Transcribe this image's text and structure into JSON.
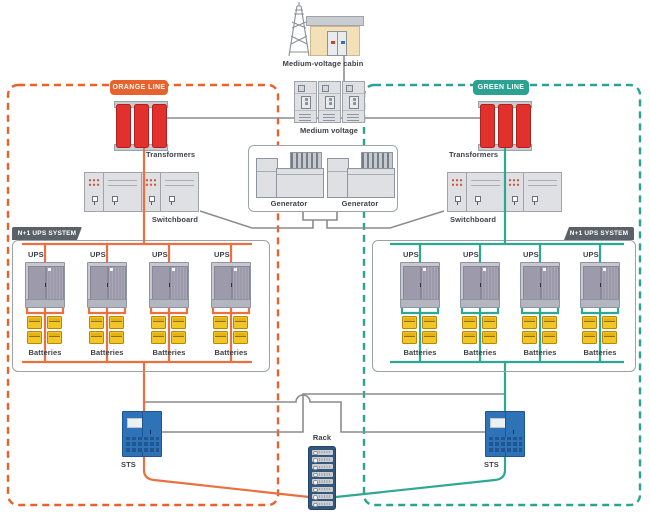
{
  "labels": {
    "cabin": "Medium-voltage cabin",
    "medium_voltage": "Medium voltage",
    "orange_line": "ORANGE LINE",
    "green_line": "GREEN LINE",
    "transformers": "Transformers",
    "switchboard": "Switchboard",
    "generator": "Generator",
    "ups_system": "N+1 UPS SYSTEM",
    "ups": "UPS",
    "batteries": "Batteries",
    "sts": "STS",
    "rack": "Rack"
  },
  "colors": {
    "orange_line": "#E8622D",
    "green_line": "#2CA392",
    "transformer_red": "#E2302C",
    "sts_blue": "#2E72B8",
    "battery_yellow": "#F2C625",
    "wire_gray": "#8C8C8C",
    "label_text": "#3C414B",
    "tab_gray": "#5A6168"
  }
}
